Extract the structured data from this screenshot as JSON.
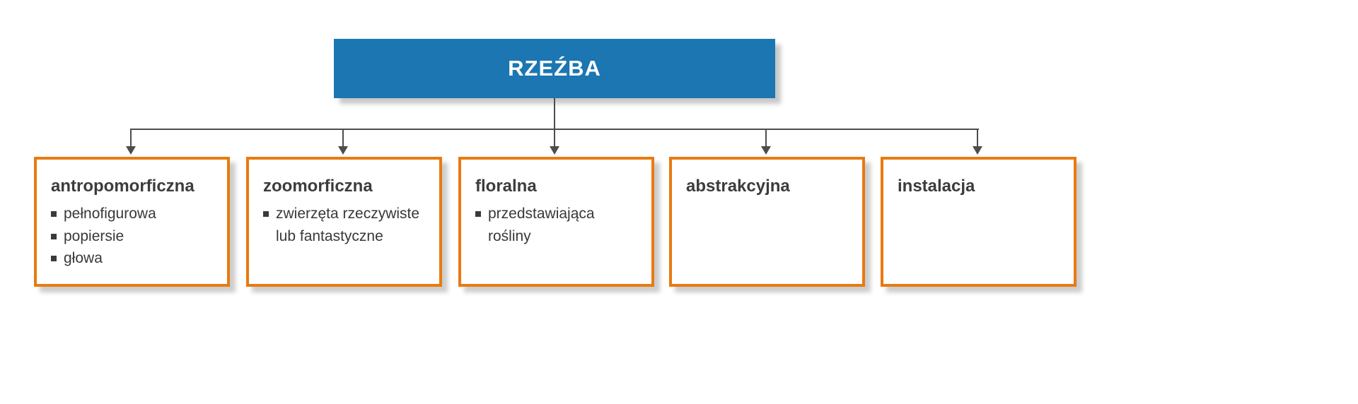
{
  "diagram": {
    "root": {
      "label": "RZEŹBA"
    },
    "nodes": [
      {
        "title": "antropomorficzna",
        "items": [
          "pełnofigurowa",
          "popiersie",
          "głowa"
        ]
      },
      {
        "title": "zoomorficzna",
        "items": [
          "zwierzęta rzeczywiste lub fantastyczne"
        ]
      },
      {
        "title": "floralna",
        "items": [
          "przedstawiająca rośliny"
        ]
      },
      {
        "title": "abstrakcyjna",
        "items": []
      },
      {
        "title": "instalacja",
        "items": []
      }
    ]
  },
  "colors": {
    "root_bg": "#1b76b2",
    "root_text": "#ffffff",
    "node_border": "#e87a10",
    "node_bg": "#ffffff",
    "line": "#4d4d4d",
    "text": "#3c3c3c"
  }
}
